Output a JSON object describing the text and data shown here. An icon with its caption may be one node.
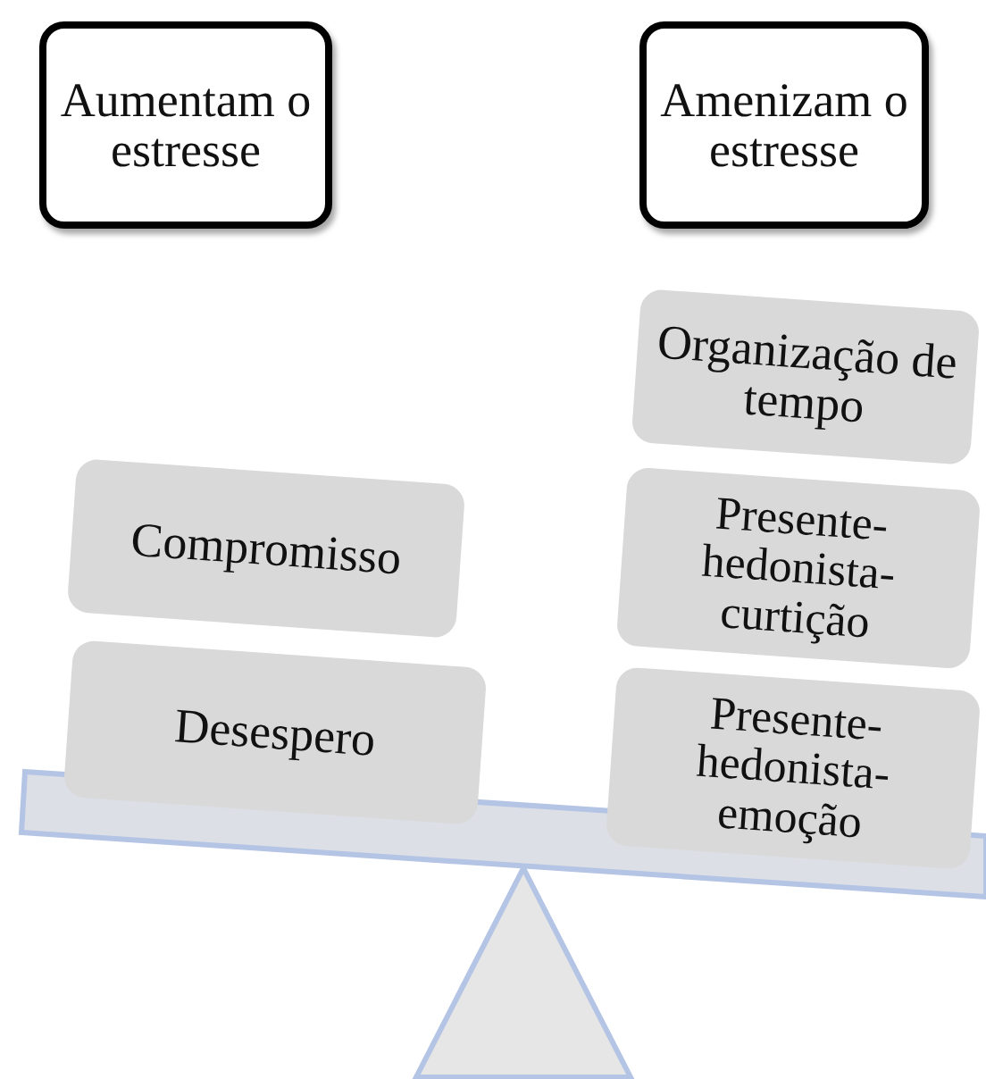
{
  "diagram": {
    "nodes": [
      {
        "text": [
          "Aumentam o estresse"
        ]
      },
      {
        "text": [
          "Amenizam o estresse"
        ]
      },
      {
        "text": [
          "Organização de tempo"
        ]
      },
      {
        "text": [
          "Compromisso"
        ]
      },
      {
        "text": [
          "Presente-hedonista-curtição"
        ]
      },
      {
        "text": [
          "Desespero"
        ]
      },
      {
        "text": [
          "Presente-hedonista-emoção"
        ]
      }
    ]
  }
}
